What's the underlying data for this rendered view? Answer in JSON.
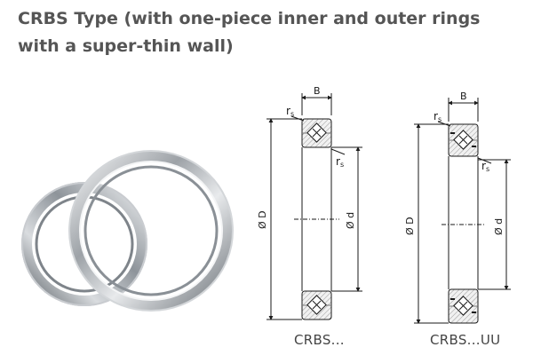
{
  "title": {
    "line1": "CRBS Type (with one-piece inner and outer rings",
    "line2": "with a super-thin wall)"
  },
  "photo": {
    "subject": "two thin-section crossed roller bearing rings"
  },
  "drawings": [
    {
      "id": "crbs",
      "caption": "CRBS...",
      "labels": {
        "width": "B",
        "chamfer_outer": "r",
        "chamfer_outer_sub": "s",
        "chamfer_inner": "r",
        "chamfer_inner_sub": "s",
        "outer_diameter": "Ø D",
        "inner_diameter": "Ø d"
      }
    },
    {
      "id": "crbs-uu",
      "caption": "CRBS...UU",
      "labels": {
        "width": "B",
        "chamfer_outer": "r",
        "chamfer_outer_sub": "s",
        "chamfer_inner": "r",
        "chamfer_inner_sub": "s",
        "outer_diameter": "Ø D",
        "inner_diameter": "Ø d"
      }
    }
  ],
  "colors": {
    "title": "#555555",
    "line": "#1a1a1a",
    "hatch_fill": "#e6e6e6",
    "ring_metal": "#b8bcc0"
  }
}
